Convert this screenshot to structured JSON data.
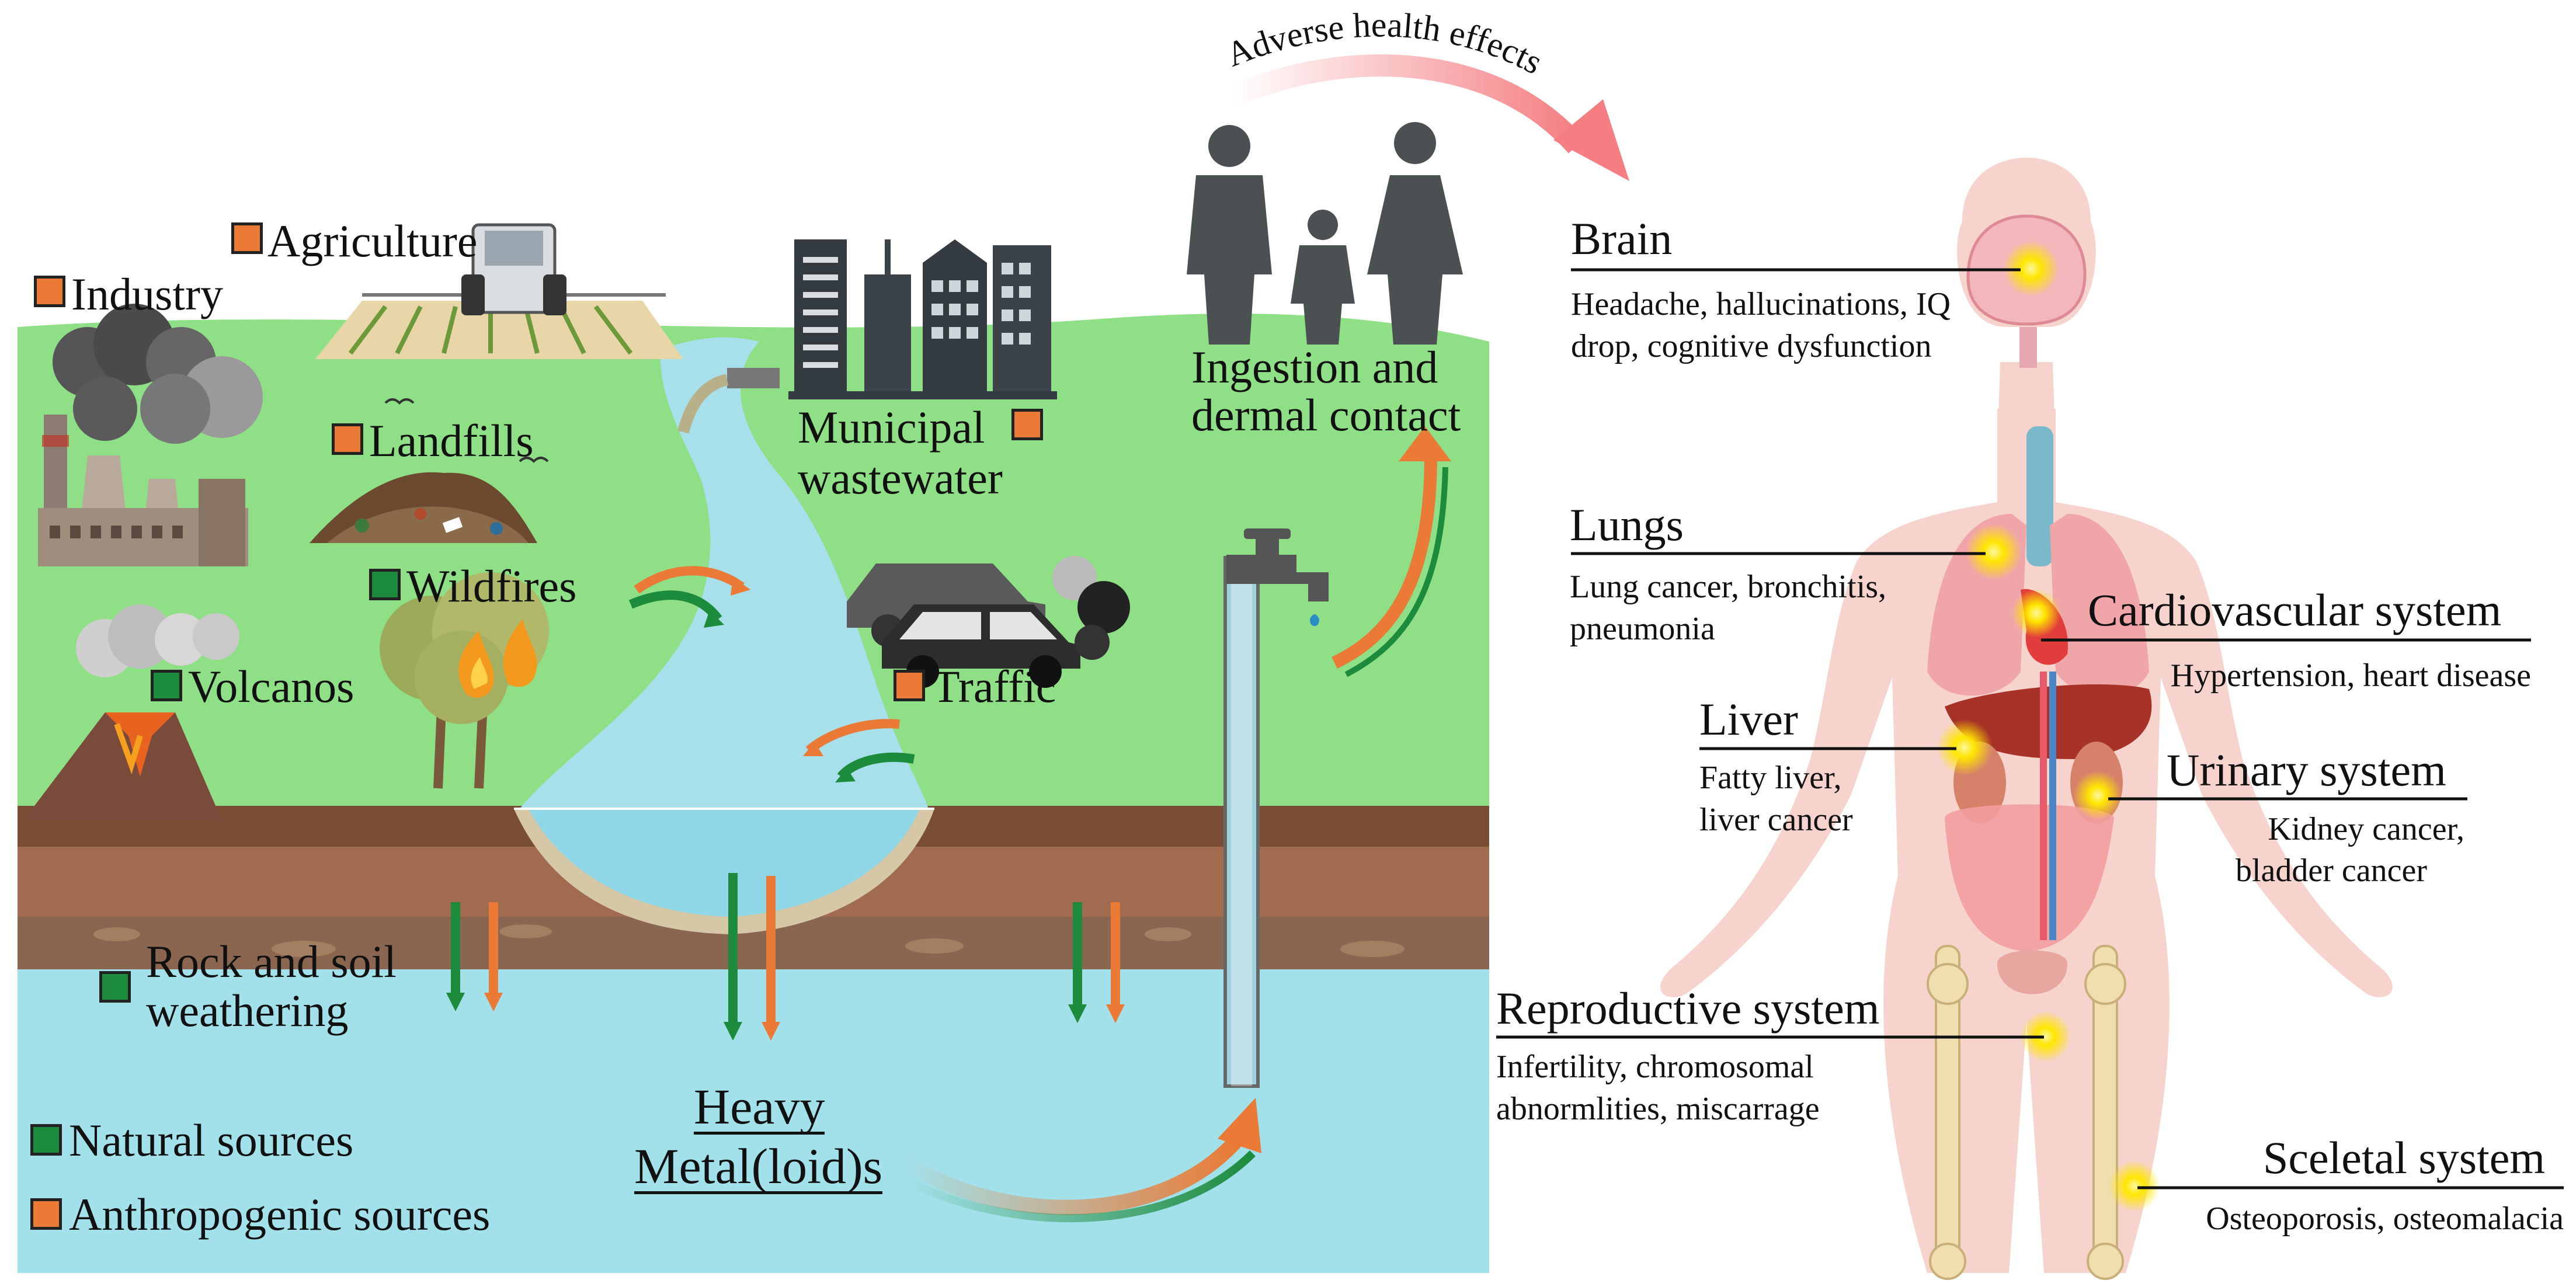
{
  "colors": {
    "natural": "#1d8b3c",
    "anthropogenic": "#ea7a35",
    "grass": "#8fdf86",
    "water": "#a7e0ea",
    "soil": "#8a5a3c",
    "groundwater": "#a3e1ea",
    "body": "#f6c9c0",
    "arc": "#f48a8a",
    "glow": "#ffe600"
  },
  "sources": {
    "agriculture": "Agriculture",
    "industry": "Industry",
    "landfills": "Landfills",
    "wildfires": "Wildfires",
    "volcanos": "Volcanos",
    "municipal_line1": "Municipal",
    "municipal_line2": "wastewater",
    "traffic": "Traffic",
    "rock_line1": "Rock and soil",
    "rock_line2": "weathering"
  },
  "legend": {
    "natural": "Natural sources",
    "anthropogenic": "Anthropogenic sources"
  },
  "center": {
    "heavy_line1": "Heavy",
    "heavy_line2": "Metal(loid)s",
    "ingestion_line1": "Ingestion and",
    "ingestion_line2": "dermal contact",
    "adverse": "Adverse health effects"
  },
  "organs": {
    "brain": {
      "title": "Brain",
      "effects": "Headache, hallucinations, IQ drop, cognitive dysfunction"
    },
    "lungs": {
      "title": "Lungs",
      "effects": "Lung cancer, bronchitis, pneumonia"
    },
    "cardio": {
      "title": "Cardiovascular system",
      "effects": "Hypertension, heart disease"
    },
    "liver": {
      "title": "Liver",
      "effects": "Fatty liver, liver cancer"
    },
    "urinary": {
      "title": "Urinary system",
      "effects_line1": "Kidney cancer,",
      "effects_line2": "bladder cancer"
    },
    "reproductive": {
      "title": "Reproductive system",
      "effects": "Infertility, chromosomal abnormlities, miscarrage"
    },
    "skeletal": {
      "title": "Sceletal system",
      "effects": "Osteoporosis, osteomalacia"
    }
  }
}
